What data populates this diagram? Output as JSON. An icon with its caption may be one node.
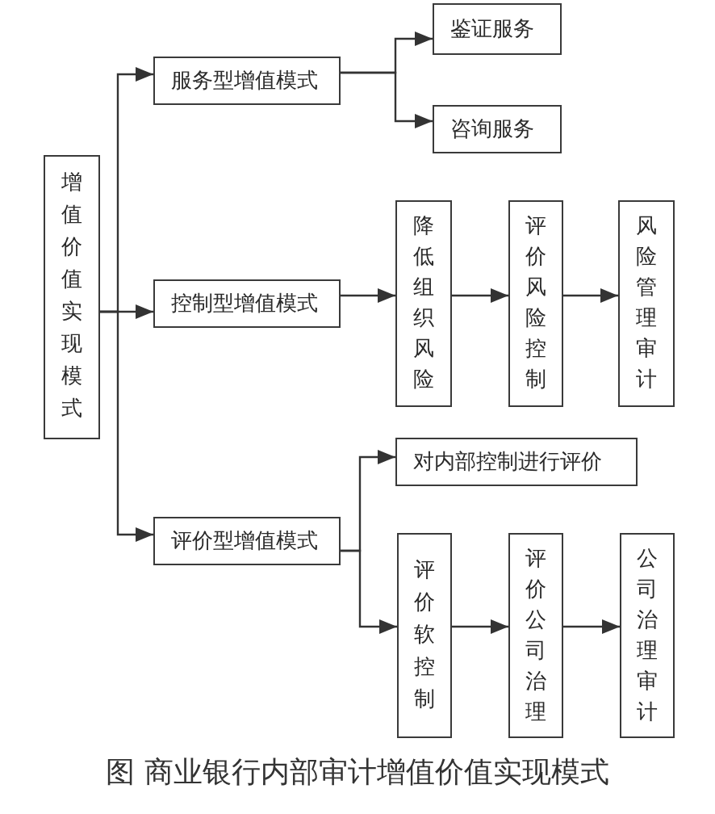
{
  "diagram": {
    "caption": "图 商业银行内部审计增值价值实现模式",
    "nodes": [
      {
        "text": [
          "增值价值实现模式"
        ]
      },
      {
        "text": [
          "服务型增值模式"
        ]
      },
      {
        "text": [
          "鉴证服务"
        ]
      },
      {
        "text": [
          "咨询服务"
        ]
      },
      {
        "text": [
          "控制型增值模式"
        ]
      },
      {
        "text": [
          "降低组织风险"
        ]
      },
      {
        "text": [
          "评价风险控制"
        ]
      },
      {
        "text": [
          "风险管理审计"
        ]
      },
      {
        "text": [
          "对内部控制进行评价"
        ]
      },
      {
        "text": [
          "评价型增值模式"
        ]
      },
      {
        "text": [
          "评价软控制"
        ]
      },
      {
        "text": [
          "评价公司治理"
        ]
      },
      {
        "text": [
          "公司治理审计"
        ]
      }
    ],
    "edges": [
      {
        "from": 0,
        "to": 1,
        "arrow": "to"
      },
      {
        "from": 0,
        "to": 4,
        "arrow": "to"
      },
      {
        "from": 0,
        "to": 9,
        "arrow": "to"
      },
      {
        "from": 1,
        "to": 2,
        "arrow": "to"
      },
      {
        "from": 1,
        "to": 3,
        "arrow": "to"
      },
      {
        "from": 4,
        "to": 5,
        "arrow": "to"
      },
      {
        "from": 5,
        "to": 6,
        "arrow": "to"
      },
      {
        "from": 6,
        "to": 7,
        "arrow": "to"
      },
      {
        "from": 9,
        "to": 8,
        "arrow": "to"
      },
      {
        "from": 9,
        "to": 10,
        "arrow": "to"
      },
      {
        "from": 10,
        "to": 11,
        "arrow": "to"
      },
      {
        "from": 11,
        "to": 12,
        "arrow": "to"
      }
    ]
  }
}
